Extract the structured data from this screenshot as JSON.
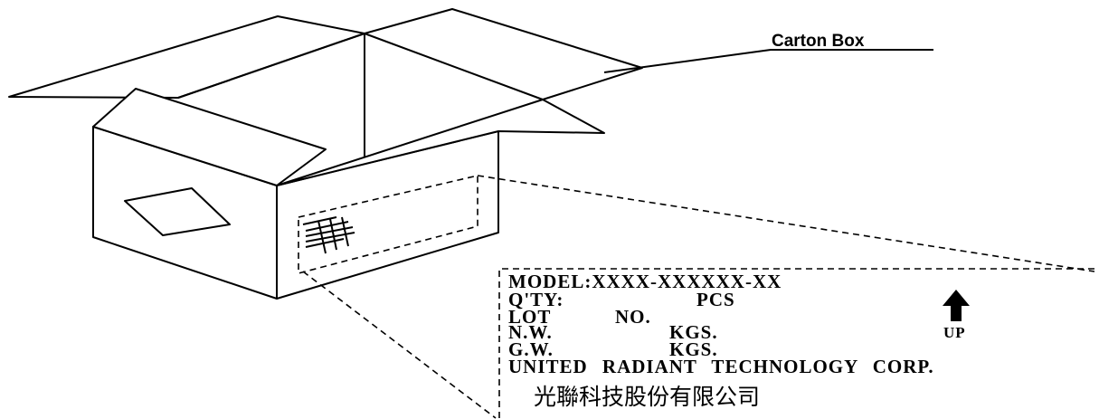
{
  "caption": "Carton Box",
  "label": {
    "model": "MODEL:XXXX-XXXXXX-XX",
    "qty_key": "Q'TY:",
    "qty_unit": "PCS",
    "lot_key": "LOT",
    "lot_no": "NO.",
    "nw_key": "N.W.",
    "nw_unit": "KGS.",
    "gw_key": "G.W.",
    "gw_unit": "KGS.",
    "company": "UNITED RADIANT TECHNOLOGY CORP.",
    "company_cn": "光聯科技股份有限公司",
    "up_text": "UP"
  }
}
